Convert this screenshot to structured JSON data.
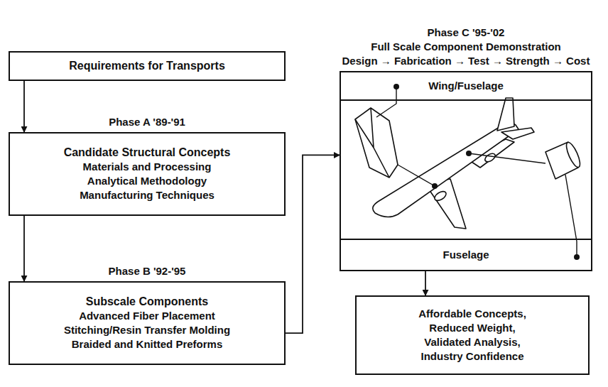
{
  "diagram": {
    "nodes": [
      {
        "text": [
          "Requirements for Transports"
        ]
      },
      {
        "text": [
          "Phase A '89-'91",
          "Candidate Structural Concepts",
          "Materials and Processing",
          "Analytical Methodology",
          "Manufacturing Techniques"
        ]
      },
      {
        "text": [
          "Phase B '92-'95",
          "Subscale Components",
          "Advanced Fiber Placement",
          "Stitching/Resin Transfer Molding",
          "Braided and Knitted Preforms"
        ]
      },
      {
        "text": [
          "Phase C '95-'02",
          "Full Scale Component Demonstration",
          "Design → Fabrication → Test → Strength → Cost"
        ]
      },
      {
        "text": [
          "Wing/Fuselage"
        ],
        "in": 3
      },
      {
        "text": [
          "Fuselage"
        ],
        "in": 3
      },
      {
        "text": [
          "Affordable Concepts,",
          "Reduced Weight,",
          "Validated Analysis,",
          "Industry Confidence"
        ]
      }
    ],
    "edges": [
      {
        "from": 0,
        "to": 1,
        "arrow": "to"
      },
      {
        "from": 1,
        "to": 2,
        "arrow": "to"
      },
      {
        "from": 2,
        "to": 3,
        "arrow": "to"
      },
      {
        "from": 3,
        "to": 6,
        "arrow": "to"
      }
    ]
  }
}
